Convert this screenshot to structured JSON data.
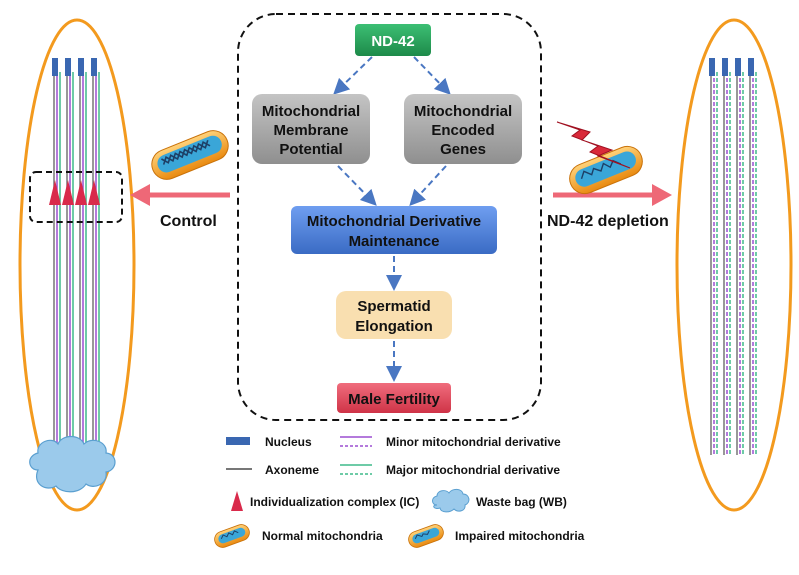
{
  "center": {
    "top": "ND-42",
    "left_box": [
      "Mitochondrial",
      "Membrane",
      "Potential"
    ],
    "right_box": [
      "Mitochondrial",
      "Encoded",
      "Genes"
    ],
    "mid_box": [
      "Mitochondrial Derivative",
      "Maintenance"
    ],
    "elong_box": [
      "Spermatid",
      "Elongation"
    ],
    "bottom": "Male Fertility"
  },
  "side_labels": {
    "control": "Control",
    "depletion": "ND-42 depletion"
  },
  "legend": {
    "nucleus": "Nucleus",
    "axoneme": "Axoneme",
    "minor": "Minor mitochondrial derivative",
    "major": "Major mitochondrial derivative",
    "ic": "Individualization complex (IC)",
    "wb": "Waste bag (WB)",
    "normal": "Normal mitochondria",
    "impaired": "Impaired mitochondria"
  },
  "colors": {
    "nd42_box": "#27a35b",
    "gray_box": "#a6a6a6",
    "blue_box": "#4a7fd6",
    "tan_box": "#f9dfb0",
    "red_box": "#e04a5c",
    "orange_outline": "#f39a1e",
    "pink_arrow": "#ee6877",
    "dash_arrow": "#4a77c2",
    "nucleus": "#3a67b1",
    "ic_triangle": "#d92a4b",
    "minor_line": "#9b4fd0",
    "major_line": "#3fba8a",
    "axoneme": "#777777",
    "cloud": "#9bcaeb"
  },
  "icons": [
    "nucleus-icon",
    "ic-triangle-icon",
    "waste-bag-cloud-icon",
    "normal-mitochondria-icon",
    "impaired-mitochondria-icon",
    "lightning-bolt-icon"
  ]
}
